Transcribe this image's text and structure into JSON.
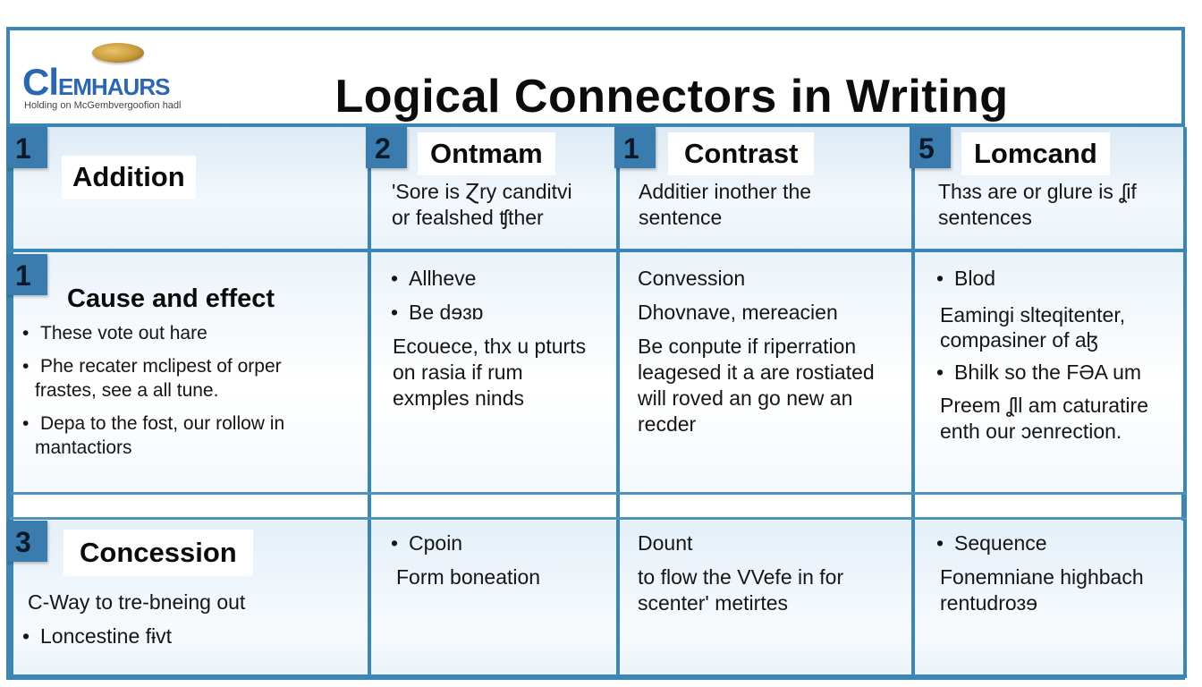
{
  "header": {
    "logo_name_first": "Cl",
    "logo_name_rest": "EMHAURS",
    "logo_tagline": "Holding on McGembvergoofion hadl",
    "title": "Logical Connectors in Writing"
  },
  "row1": {
    "c1": {
      "num": "1",
      "label": "Addition"
    },
    "c2": {
      "num": "2",
      "label": "Ontmam",
      "line1": "'Sore is Ɀry canditvi",
      "line2": "or fealshed ʧther"
    },
    "c3": {
      "num": "1",
      "label": "Contrast",
      "line1": "Additier inother the",
      "line2": "sentence"
    },
    "c4": {
      "num": "5",
      "label": "Lomcand",
      "line1": "Thɜs are or glure is ʆif",
      "line2": "sentences"
    }
  },
  "row2": {
    "c1": {
      "num": "1",
      "label": "Cause and effect",
      "b1": "These vote out hare",
      "b2": "Phe recater mclipest of orper",
      "b2b": "frastes, see a all tune.",
      "b3": "Depa to the fost, our rollow in",
      "b3b": "mantactiors"
    },
    "c2": {
      "b1": "Allheve",
      "b2": "Be dɘɜɒ",
      "p1": "Ecouece, thx u pturts",
      "p2": "on rasia if rum",
      "p3": "exmples ninds"
    },
    "c3": {
      "l1": "Convession",
      "l2": "Dhovnave, mereacien",
      "l3": "Be conpute if riperration",
      "l4": "leagesed it a are rostiated",
      "l5": "will roved an go new an",
      "l6": "recder"
    },
    "c4": {
      "b1": "Blod",
      "l2": "Eamingi slteqitenter,",
      "l3": "compasiner of aɮ",
      "b2": "Bhilk so the FƏA um",
      "l5": "Preem ʆll am caturatire",
      "l6": "enth our ɔenrection."
    }
  },
  "row3": {
    "c1": {
      "num": "3",
      "label": "Concession",
      "l1": "C-Way to tre-bneing out",
      "b1": "Loncestine fɨvt"
    },
    "c2": {
      "b1": "Cpoin",
      "l2": "Form boneation"
    },
    "c3": {
      "l1": "Dount",
      "l2": "to flow the VVefe in for",
      "l3": "scenter' metirtes"
    },
    "c4": {
      "b1": "Sequence",
      "l2": "Fonemniane highbach",
      "l3": "rentudroɜɘ"
    }
  }
}
